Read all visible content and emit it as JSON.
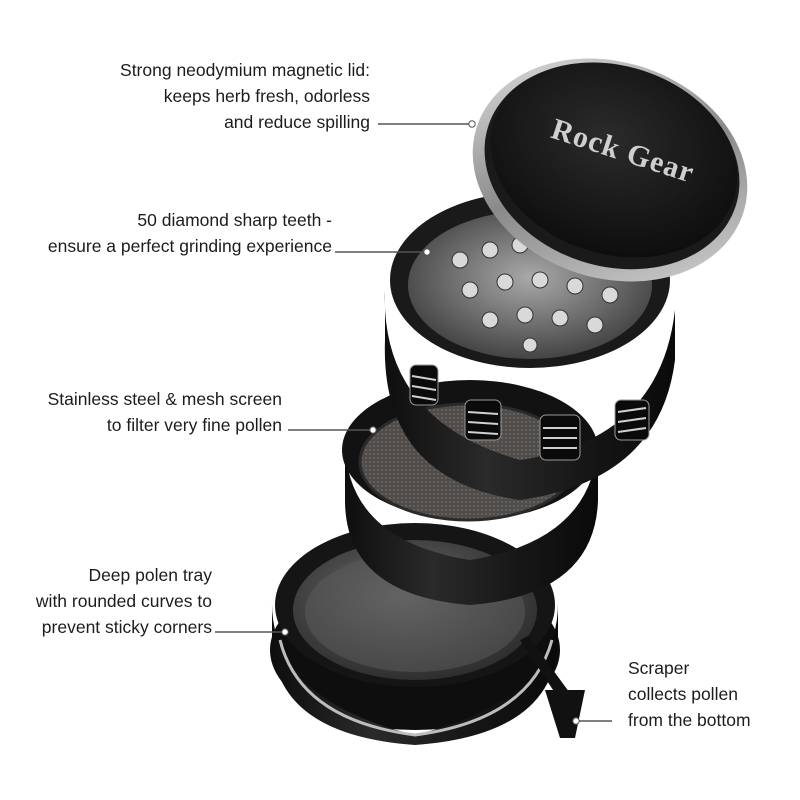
{
  "brand": {
    "lid_text": "Rock Gear"
  },
  "callouts": {
    "lid": [
      "Strong neodymium magnetic lid:",
      "keeps herb fresh, odorless",
      "and reduce spilling"
    ],
    "teeth": [
      "50 diamond sharp teeth -",
      "ensure a perfect grinding experience"
    ],
    "screen": [
      "Stainless steel & mesh screen",
      "to filter very fine pollen"
    ],
    "tray": [
      "Deep polen tray",
      "with rounded curves to",
      "prevent sticky corners"
    ],
    "scraper": [
      "Scraper",
      "collects pollen",
      "from the bottom"
    ]
  },
  "colors": {
    "body": "#1b1b1b",
    "metal_highlight": "#bfbfbf",
    "mesh": "#5a5755",
    "callout_line": "#555555"
  }
}
